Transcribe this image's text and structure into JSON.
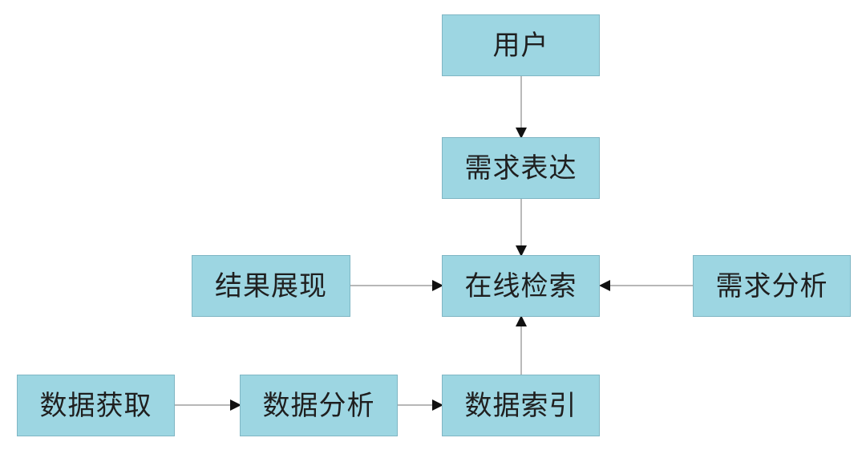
{
  "nodes": {
    "user": "用户",
    "need_expression": "需求表达",
    "online_retrieval": "在线检索",
    "result_display": "结果展现",
    "need_analysis": "需求分析",
    "data_acquisition": "数据获取",
    "data_analysis": "数据分析",
    "data_indexing": "数据索引"
  },
  "colors": {
    "node_fill": "#9dd6e2",
    "node_border": "#7fb6c4",
    "connector": "#8c8c8c",
    "arrowhead": "#111111"
  }
}
